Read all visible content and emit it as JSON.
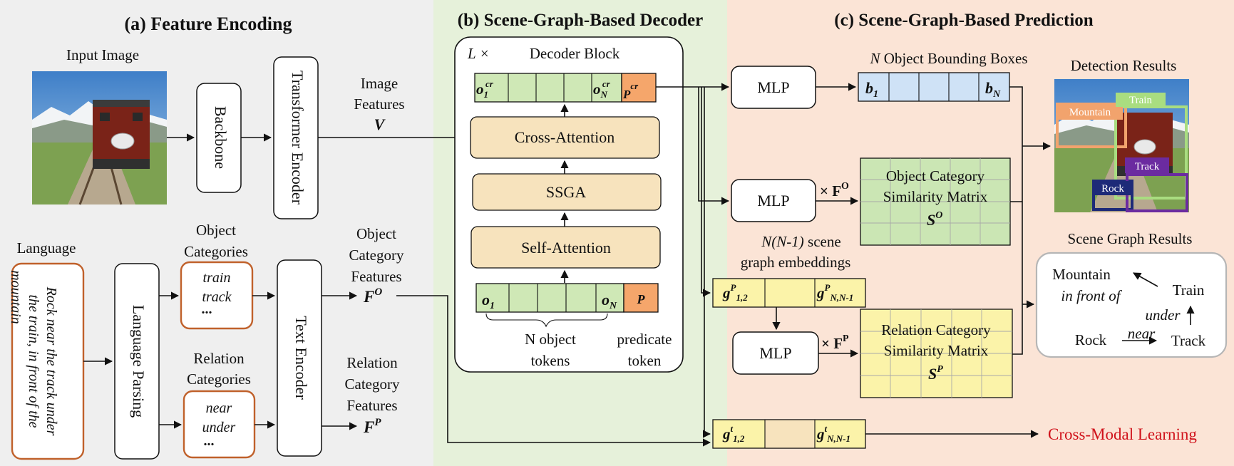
{
  "sections": {
    "a_title": "(a) Feature Encoding",
    "b_title": "(b) Scene-Graph-Based Decoder",
    "c_title": "(c) Scene-Graph-Based Prediction"
  },
  "encoding": {
    "input_image_label": "Input Image",
    "backbone": "Backbone",
    "transformer_encoder": "Transformer Encoder",
    "image_features_l1": "Image",
    "image_features_l2": "Features",
    "image_features_sym": "V",
    "language_label": "Language",
    "language_text_l1": "Rock near the track under",
    "language_text_l2": "the train, in front of the",
    "language_text_l3": "mountain",
    "language_parsing": "Language Parsing",
    "object_categories_l1": "Object",
    "object_categories_l2": "Categories",
    "object_items": [
      "train",
      "track",
      "..."
    ],
    "relation_categories_l1": "Relation",
    "relation_categories_l2": "Categories",
    "relation_items": [
      "near",
      "under",
      "..."
    ],
    "text_encoder": "Text Encoder",
    "obj_feat_l1": "Object",
    "obj_feat_l2": "Category",
    "obj_feat_l3": "Features",
    "obj_feat_sym": "F",
    "obj_feat_sup": "O",
    "rel_feat_l1": "Relation",
    "rel_feat_l2": "Category",
    "rel_feat_l3": "Features",
    "rel_feat_sym": "F",
    "rel_feat_sup": "P"
  },
  "decoder": {
    "repeat": "L ×",
    "block_title": "Decoder Block",
    "out_o1": "o",
    "out_o1_sub": "1",
    "out_o1_sup": "cr",
    "out_on": "o",
    "out_on_sub": "N",
    "out_on_sup": "cr",
    "out_p": "P",
    "out_p_sup": "cr",
    "cross_attention": "Cross-Attention",
    "ssga": "SSGA",
    "self_attention": "Self-Attention",
    "in_o1": "o",
    "in_o1_sub": "1",
    "in_on": "o",
    "in_on_sub": "N",
    "in_p": "P",
    "object_tokens_l1": "N object",
    "object_tokens_l2": "tokens",
    "predicate_token_l1": "predicate",
    "predicate_token_l2": "token"
  },
  "prediction": {
    "mlp1": "MLP",
    "mlp2": "MLP",
    "mlp3": "MLP",
    "bbox_title_n": "N",
    "bbox_title_rest": " Object Bounding Boxes",
    "b1": "b",
    "b1_sub": "1",
    "bn": "b",
    "bn_sub": "N",
    "times_fo": "× F",
    "times_fo_sup": "O",
    "times_fp": "× F",
    "times_fp_sup": "P",
    "obj_matrix_l1": "Object Category",
    "obj_matrix_l2": "Similarity Matrix",
    "obj_matrix_sym": "S",
    "obj_matrix_sup": "O",
    "rel_matrix_l1": "Relation Category",
    "rel_matrix_l2": "Similarity Matrix",
    "rel_matrix_sym": "S",
    "rel_matrix_sup": "P",
    "sge_l1_a": "N(N-1)",
    "sge_l1_b": " scene",
    "sge_l2": "graph embeddings",
    "gp12": "g",
    "gp12_sup": "P",
    "gp12_sub": "1,2",
    "gpn": "g",
    "gpn_sup": "P",
    "gpn_sub": "N,N-1",
    "gt12": "g",
    "gt12_sup": "t",
    "gt12_sub": "1,2",
    "gtn": "g",
    "gtn_sup": "t",
    "gtn_sub": "N,N-1",
    "detection_results": "Detection Results",
    "det_labels": [
      "Mountain",
      "Train",
      "Track",
      "Rock"
    ],
    "scene_graph_results": "Scene Graph Results",
    "sg_mountain": "Mountain",
    "sg_in_front_of": "in front of",
    "sg_train": "Train",
    "sg_under": "under",
    "sg_rock": "Rock",
    "sg_near": "near",
    "sg_track": "Track",
    "cross_modal": "Cross-Modal Learning"
  },
  "colors": {
    "panel_a": "#efefef",
    "panel_b": "#e6f1da",
    "panel_c": "#fbe4d6",
    "token_green": "#cfe8b6",
    "token_orange": "#f5a66b",
    "block_orange": "#f7e3bd",
    "bbox_blue": "#cfe2f6",
    "matrix_green": "#cbe6b4",
    "matrix_yellow": "#fbf3a9",
    "category_border": "#c0612b",
    "cross_modal_red": "#d0121b"
  }
}
